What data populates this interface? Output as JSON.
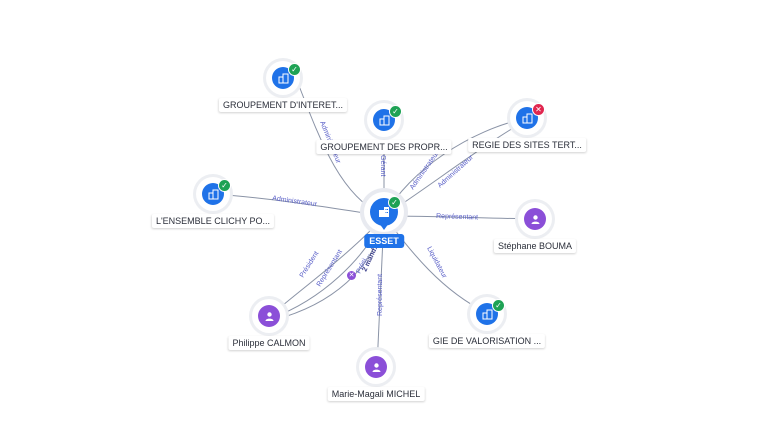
{
  "center": {
    "label": "ESSET",
    "icon": "building-icon",
    "status": "active"
  },
  "nodes": [
    {
      "id": "n1",
      "label": "GROUPEMENT D'INTERET...",
      "kind": "company",
      "status": "ok"
    },
    {
      "id": "n2",
      "label": "GROUPEMENT DES PROPR...",
      "kind": "company",
      "status": "ok"
    },
    {
      "id": "n3",
      "label": "REGIE DES SITES TERT...",
      "kind": "company",
      "status": "closed"
    },
    {
      "id": "n4",
      "label": "L'ENSEMBLE CLICHY PO...",
      "kind": "company",
      "status": "ok"
    },
    {
      "id": "n5",
      "label": "Stéphane BOUMA",
      "kind": "person"
    },
    {
      "id": "n6",
      "label": "Philippe CALMON",
      "kind": "person"
    },
    {
      "id": "n7",
      "label": "GIE DE VALORISATION ...",
      "kind": "company",
      "status": "ok"
    },
    {
      "id": "n8",
      "label": "Marie-Magali MICHEL",
      "kind": "person"
    }
  ],
  "edge_labels": {
    "administrateur_n1": "Administrateur",
    "gerant_n2": "Gérant",
    "administrateur_n3a": "Administrateur",
    "administrateur_n3b": "Administrateur",
    "administrateur_n4": "Administrateur",
    "representant_n5": "Représentant",
    "president_n6": "Président",
    "representant_n6": "Représentant",
    "president_2mandats": "Prési...",
    "mandats_count": "2 mand...",
    "liquidateur_n7": "Liquidateur",
    "representant_n8": "Représentant"
  },
  "colors": {
    "company": "#1f72e8",
    "person": "#8b4fd8",
    "ok": "#1ea255",
    "closed": "#e0264f",
    "edge_label": "#5a60c8"
  }
}
